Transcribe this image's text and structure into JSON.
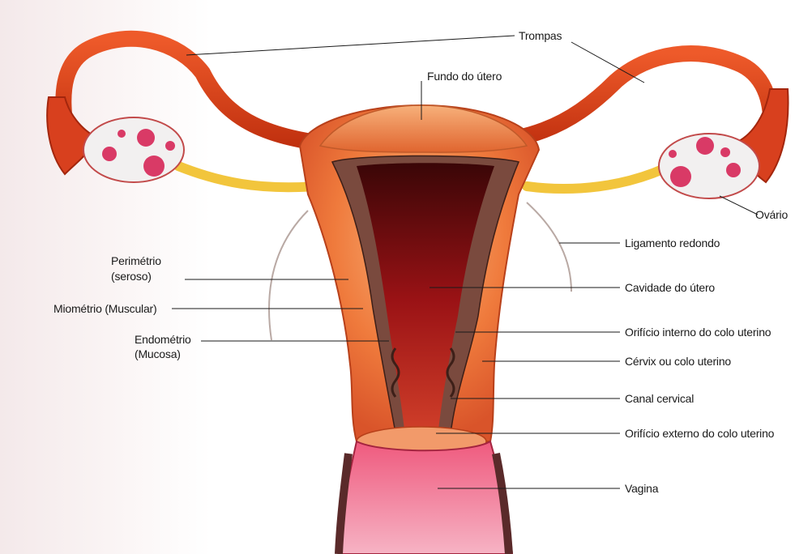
{
  "labels": {
    "trompas": "Trompas",
    "fundo": "Fundo do útero",
    "ovario": "Ovário",
    "ligamento": "Ligamento redondo",
    "cavidade": "Cavidade do útero",
    "orificio_interno": "Orifício interno do colo uterino",
    "cervix": "Cérvix ou colo uterino",
    "canal": "Canal cervical",
    "orificio_externo": "Orifício externo do colo uterino",
    "vagina": "Vagina",
    "perimetrio": "Perimétrio",
    "perimetrio_sub": "(seroso)",
    "miometrio": "Miométrio (Muscular)",
    "endometrio": "Endométrio",
    "endometrio_sub": "(Mucosa)"
  },
  "colors": {
    "tube": "#e0401f",
    "tube_dark": "#b8250e",
    "uterus_outer": "#f0763a",
    "uterus_light": "#f7a06a",
    "cavity": "#8a0f12",
    "endometrium": "#7a4a3e",
    "ligament": "#f2c53c",
    "ovary_fill": "#f2f0f0",
    "ovary_follicle": "#d93a66",
    "vagina": "#e24a74",
    "leader": "#1a1a1a"
  }
}
